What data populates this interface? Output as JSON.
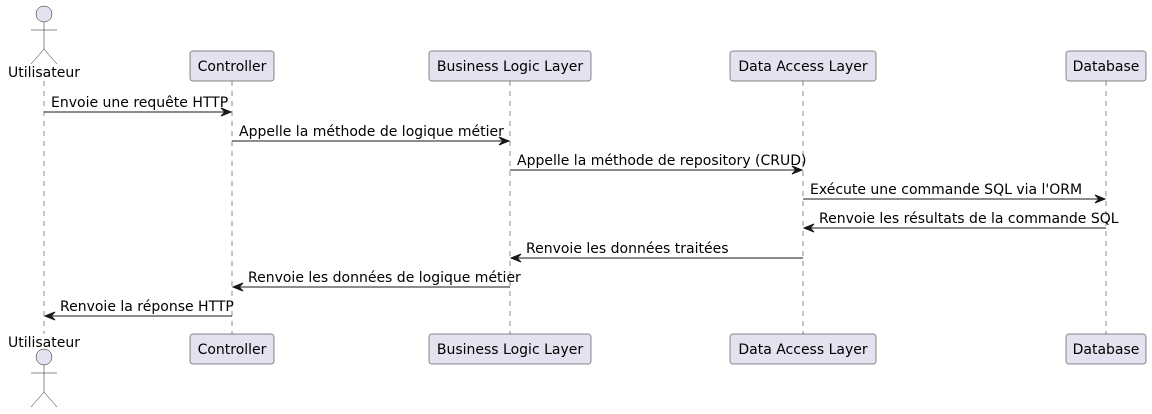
{
  "participants": [
    {
      "id": "user",
      "label": "Utilisateur",
      "kind": "actor"
    },
    {
      "id": "controller",
      "label": "Controller",
      "kind": "participant"
    },
    {
      "id": "bll",
      "label": "Business Logic Layer",
      "kind": "participant"
    },
    {
      "id": "dal",
      "label": "Data Access Layer",
      "kind": "participant"
    },
    {
      "id": "db",
      "label": "Database",
      "kind": "participant"
    }
  ],
  "messages": [
    {
      "from": "user",
      "to": "controller",
      "label": "Envoie une requête HTTP"
    },
    {
      "from": "controller",
      "to": "bll",
      "label": "Appelle la méthode de logique métier"
    },
    {
      "from": "bll",
      "to": "dal",
      "label": "Appelle la méthode de repository (CRUD)"
    },
    {
      "from": "dal",
      "to": "db",
      "label": "Exécute une commande SQL via l'ORM"
    },
    {
      "from": "db",
      "to": "dal",
      "label": "Renvoie les résultats de la commande SQL"
    },
    {
      "from": "dal",
      "to": "bll",
      "label": "Renvoie les données traitées"
    },
    {
      "from": "bll",
      "to": "controller",
      "label": "Renvoie les données de logique métier"
    },
    {
      "from": "controller",
      "to": "user",
      "label": "Renvoie la réponse HTTP"
    }
  ]
}
